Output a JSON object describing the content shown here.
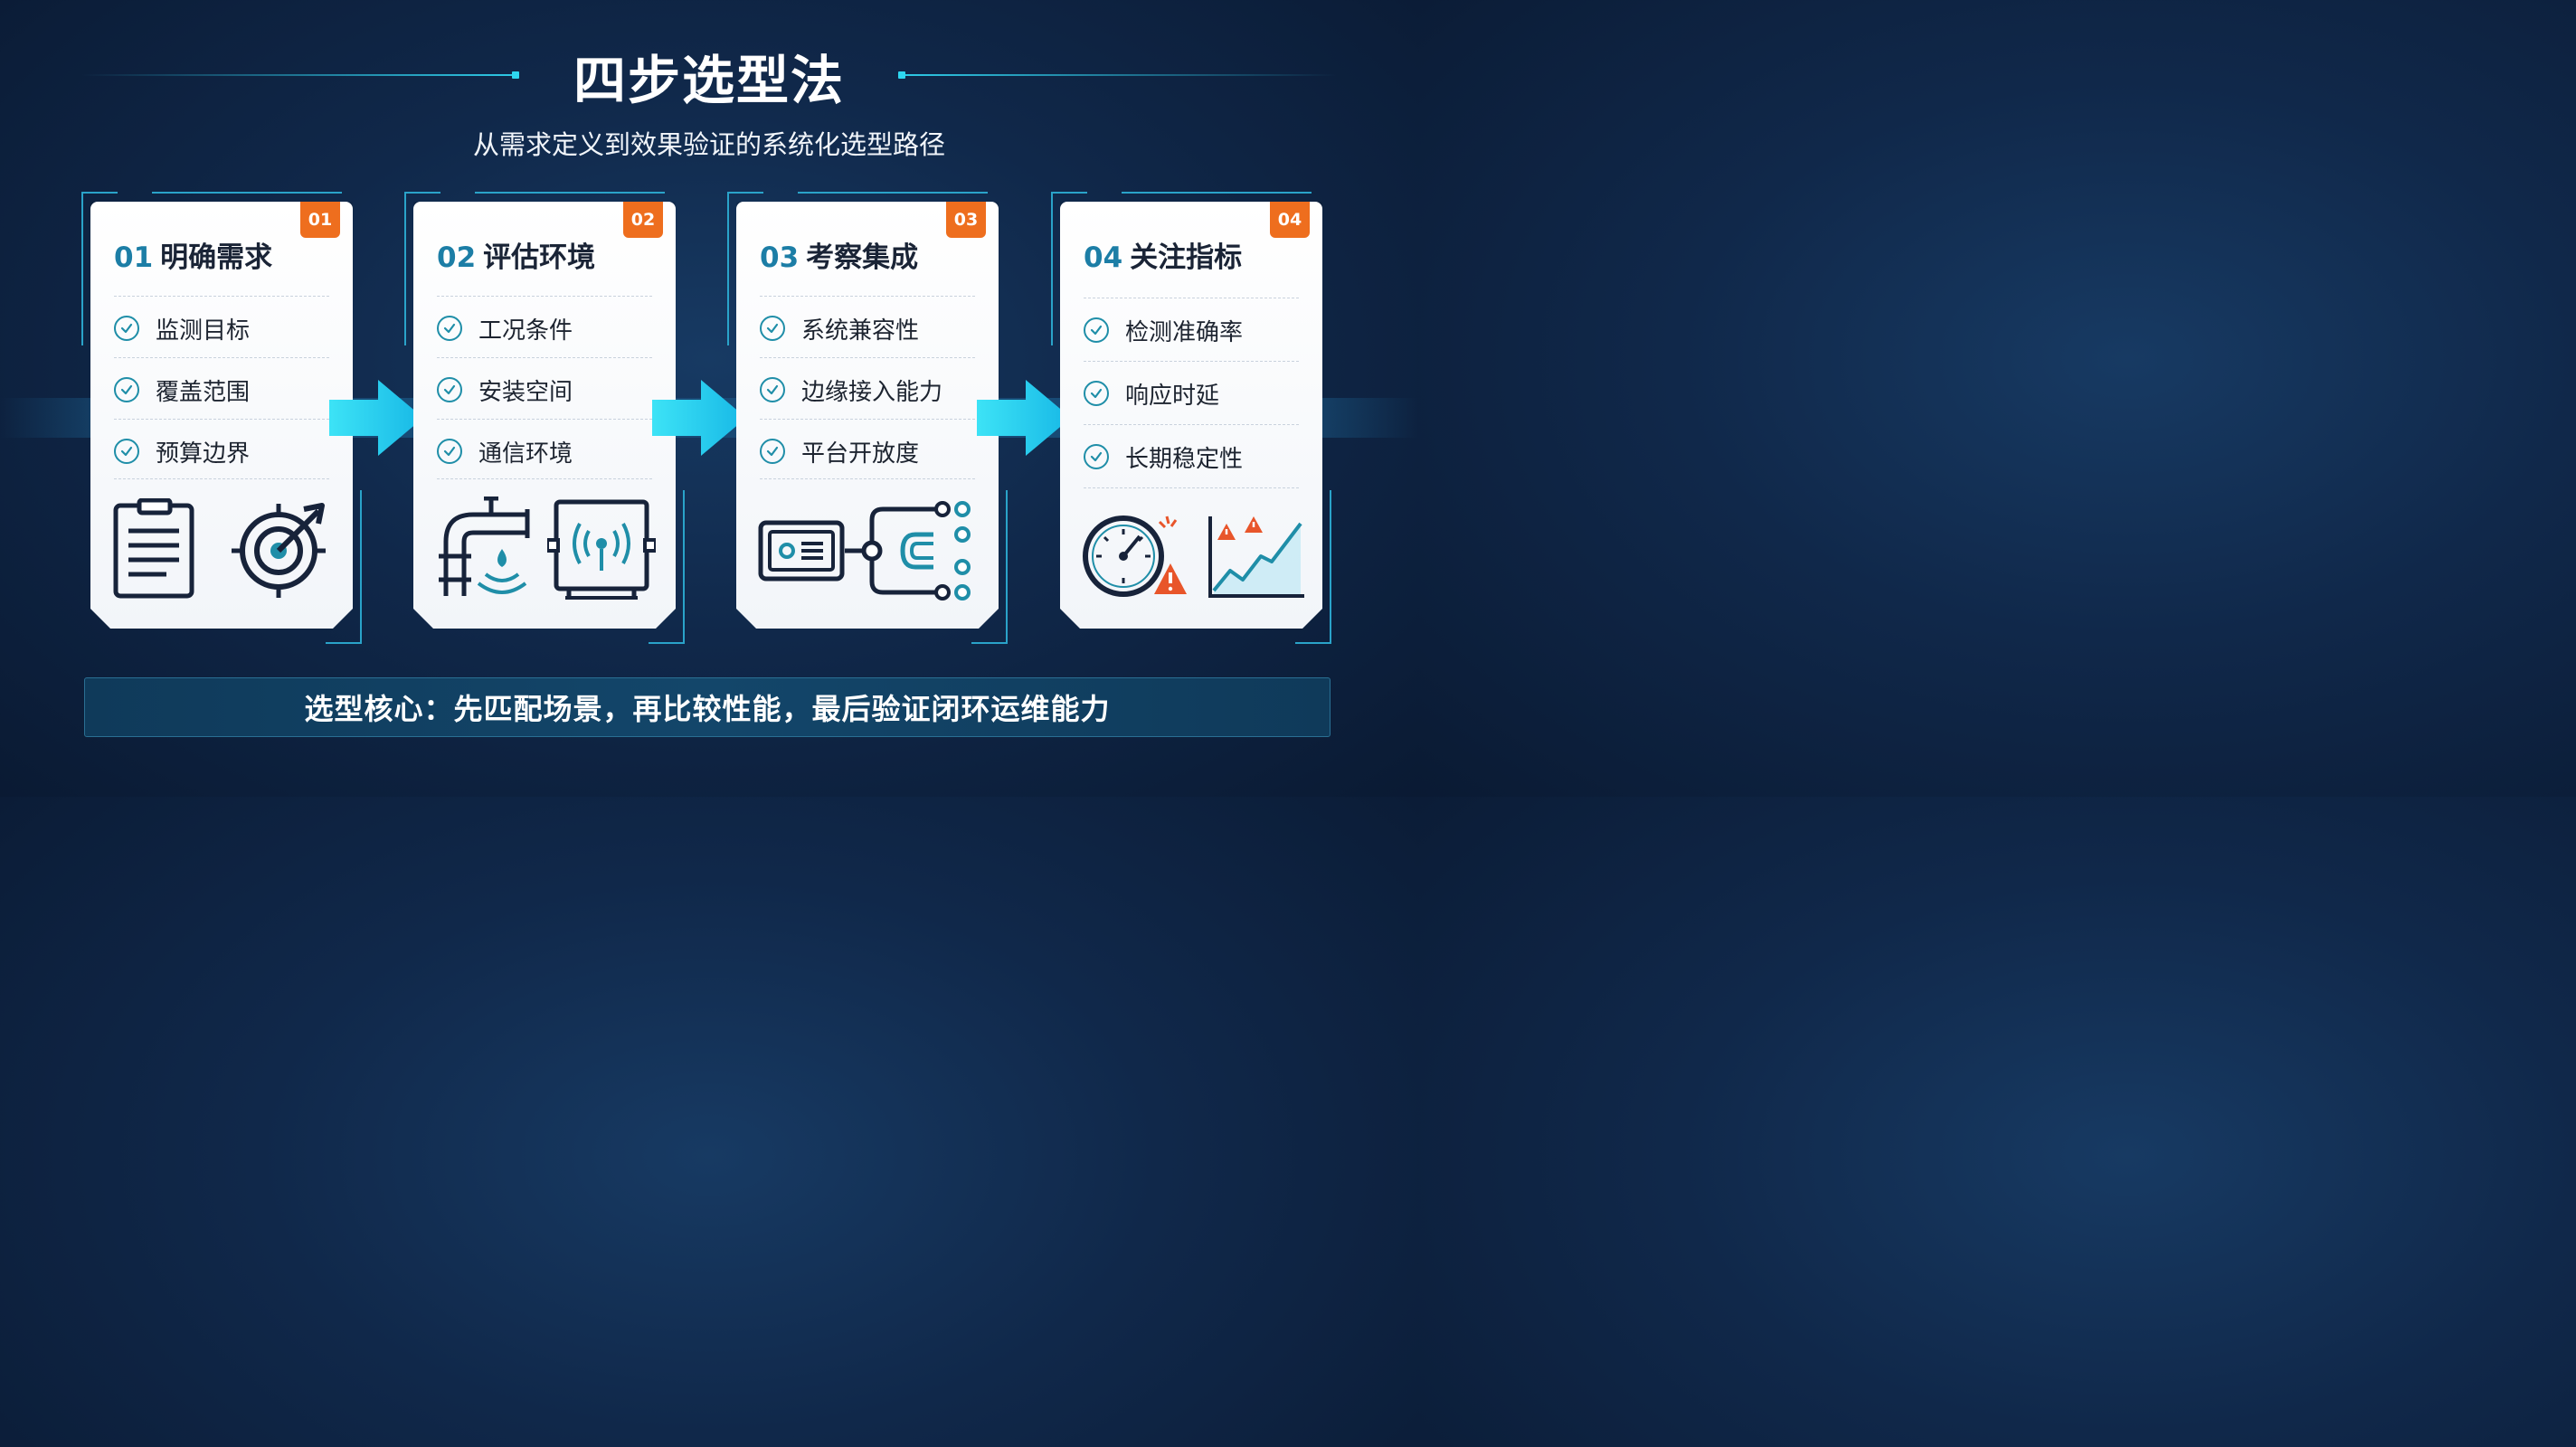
{
  "header": {
    "title": "四步选型法",
    "subtitle": "从需求定义到效果验证的系统化选型路径"
  },
  "steps": [
    {
      "badge": "01",
      "number": "01",
      "title": "明确需求",
      "items": [
        "监测目标",
        "覆盖范围",
        "预算边界"
      ],
      "icons": [
        "clipboard-icon",
        "target-icon"
      ]
    },
    {
      "badge": "02",
      "number": "02",
      "title": "评估环境",
      "items": [
        "工况条件",
        "安装空间",
        "通信环境"
      ],
      "icons": [
        "pipe-icon",
        "signal-device-icon"
      ]
    },
    {
      "badge": "03",
      "number": "03",
      "title": "考察集成",
      "items": [
        "系统兼容性",
        "边缘接入能力",
        "平台开放度"
      ],
      "icons": [
        "device-icon",
        "network-icon"
      ]
    },
    {
      "badge": "04",
      "number": "04",
      "title": "关注指标",
      "items": [
        "检测准确率",
        "响应时延",
        "长期稳定性"
      ],
      "icons": [
        "gauge-icon",
        "trend-chart-icon"
      ]
    }
  ],
  "summary": "选型核心：先匹配场景，再比较性能，最后验证闭环运维能力",
  "colors": {
    "accent": "#1c7ea6",
    "badge": "#ee6e1e",
    "arrow": "#1fd0ee",
    "warning": "#e8552a",
    "background": "#10284a"
  }
}
